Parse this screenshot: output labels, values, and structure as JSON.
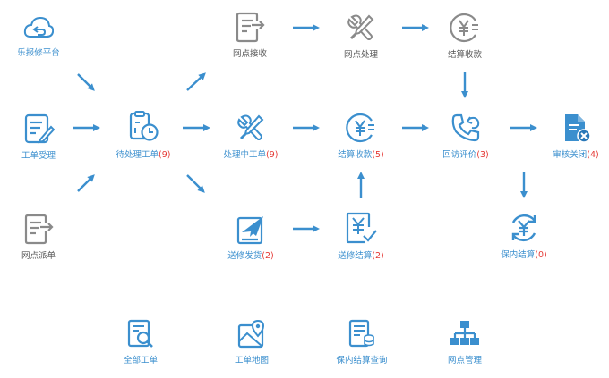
{
  "colors": {
    "accent": "#3b8fce",
    "gray_icon": "#8a8a8a",
    "count": "#e53935"
  },
  "nodes": {
    "platform": {
      "label": "乐报修平台"
    },
    "accept": {
      "label": "工单受理"
    },
    "dispatch": {
      "label": "网点派单"
    },
    "pending": {
      "label": "待处理工单",
      "count": "(9)"
    },
    "receive": {
      "label": "网点接收"
    },
    "processing": {
      "label": "处理中工单",
      "count": "(9)"
    },
    "ship": {
      "label": "送修发货",
      "count": "(2)"
    },
    "outlet_proc": {
      "label": "网点处理"
    },
    "settle_col": {
      "label": "结算收款",
      "count": "(5)"
    },
    "repair_settle": {
      "label": "送修结算",
      "count": "(2)"
    },
    "settle_top": {
      "label": "结算收款"
    },
    "revisit": {
      "label": "回访评价",
      "count": "(3)"
    },
    "warranty": {
      "label": "保内结算",
      "count": "(0)"
    },
    "audit_close": {
      "label": "审核关闭",
      "count": "(4)"
    }
  },
  "bottom_links": [
    {
      "label": "全部工单",
      "icon": "search-doc-icon"
    },
    {
      "label": "工单地图",
      "icon": "map-icon"
    },
    {
      "label": "保内结算查询",
      "icon": "doc-stack-icon"
    },
    {
      "label": "网点管理",
      "icon": "org-chart-icon"
    }
  ]
}
